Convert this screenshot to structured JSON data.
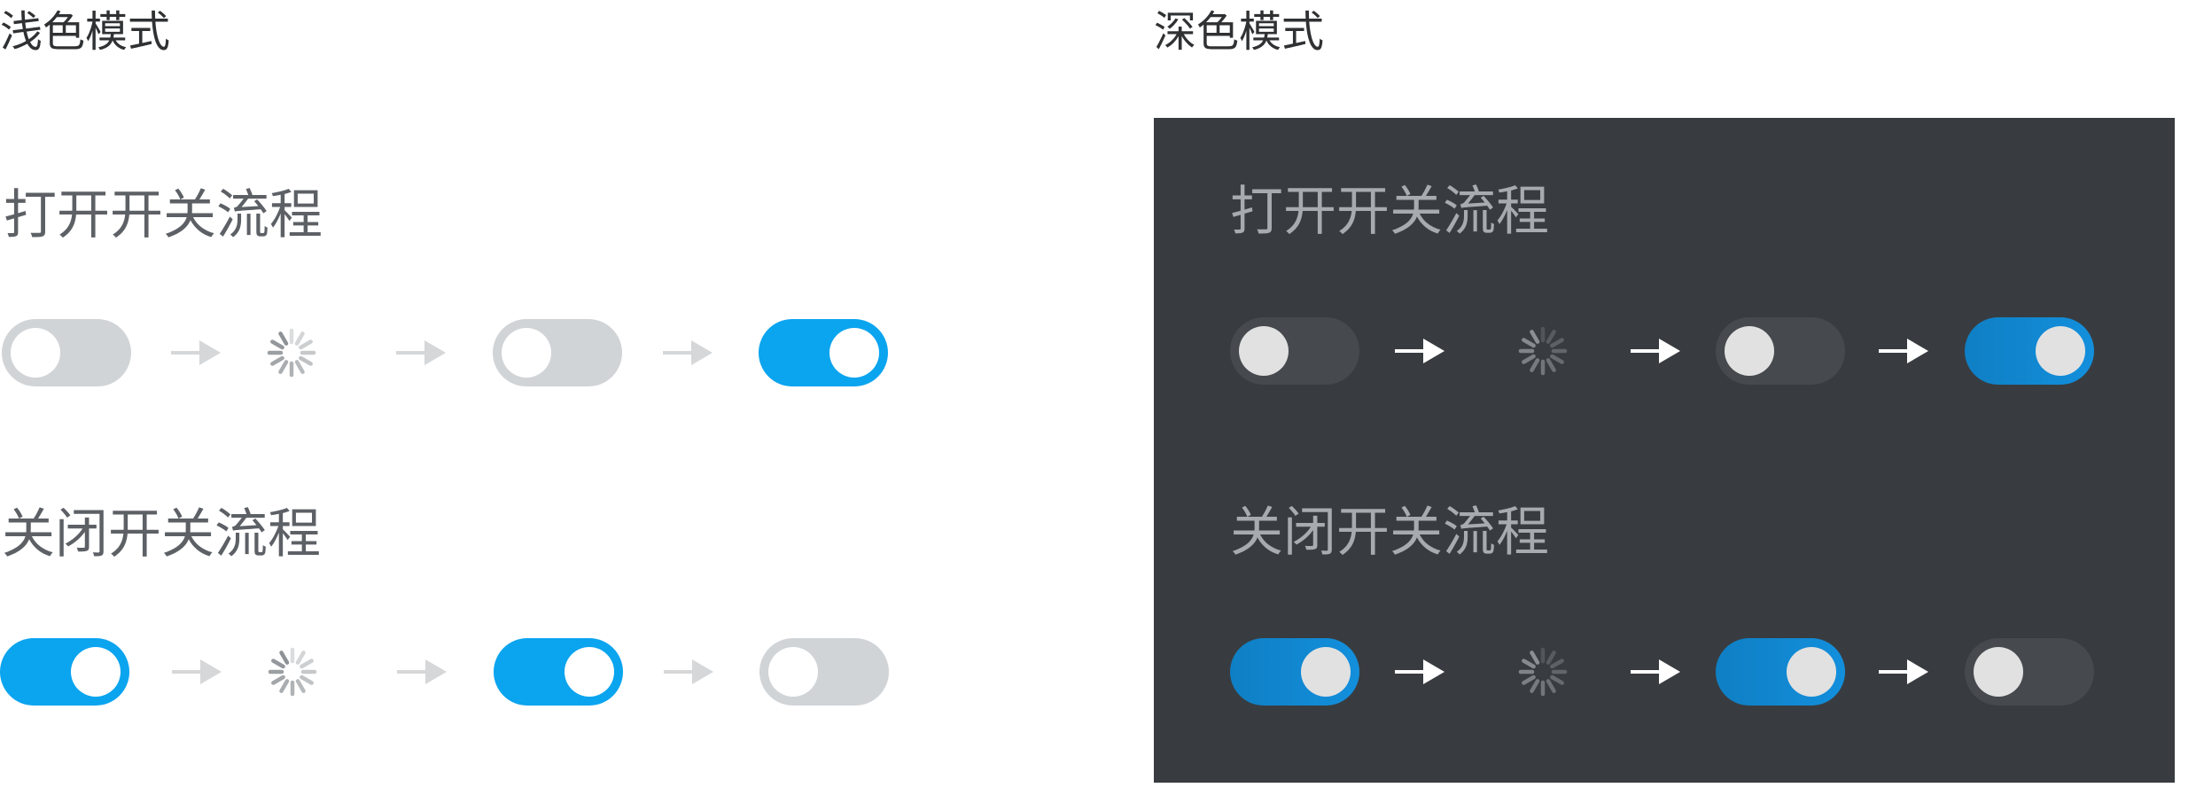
{
  "light_mode": {
    "title": "浅色模式",
    "open_flow": {
      "title": "打开开关流程",
      "states": [
        "off",
        "loading",
        "off",
        "on"
      ]
    },
    "close_flow": {
      "title": "关闭开关流程",
      "states": [
        "on",
        "loading",
        "on",
        "off"
      ]
    }
  },
  "dark_mode": {
    "title": "深色模式",
    "open_flow": {
      "title": "打开开关流程",
      "states": [
        "off",
        "loading",
        "off",
        "on"
      ]
    },
    "close_flow": {
      "title": "关闭开关流程",
      "states": [
        "on",
        "loading",
        "on",
        "off"
      ]
    }
  },
  "colors": {
    "light_switch_on": "#0ba4ef",
    "light_switch_off": "#d1d4d7",
    "dark_panel_background": "#383c40",
    "dark_switch_on": "#138fdc",
    "dark_switch_off": "#464a4e",
    "light_arrow": "#d5d7d9",
    "dark_arrow": "#ffffff"
  }
}
